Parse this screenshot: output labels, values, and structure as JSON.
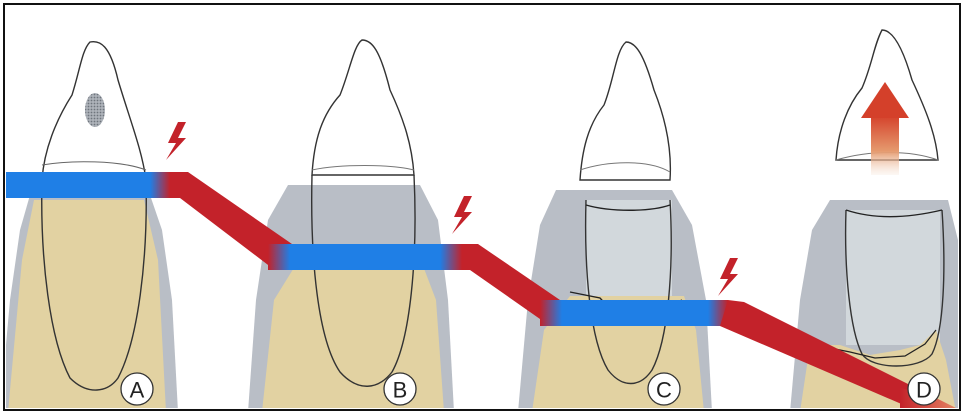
{
  "figure": {
    "panels": [
      {
        "id": "A",
        "label": "A"
      },
      {
        "id": "B",
        "label": "B"
      },
      {
        "id": "C",
        "label": "C"
      },
      {
        "id": "D",
        "label": "D"
      }
    ],
    "colors": {
      "background": "#ffffff",
      "frame": "#111111",
      "bone": "#e2d2a2",
      "soft_tissue": "#b9bec6",
      "soft_tissue_light": "#d5dade",
      "enamel": "#ffffff",
      "outline": "#333333",
      "band_blue": "#1f7fe6",
      "band_red": "#c3222a",
      "lightning": "#c3222a",
      "caries_spot": "#8d939b"
    },
    "icons": {
      "lightning": "lightning-bolt-icon",
      "eruption_arrow": "arrow-up-icon"
    }
  }
}
